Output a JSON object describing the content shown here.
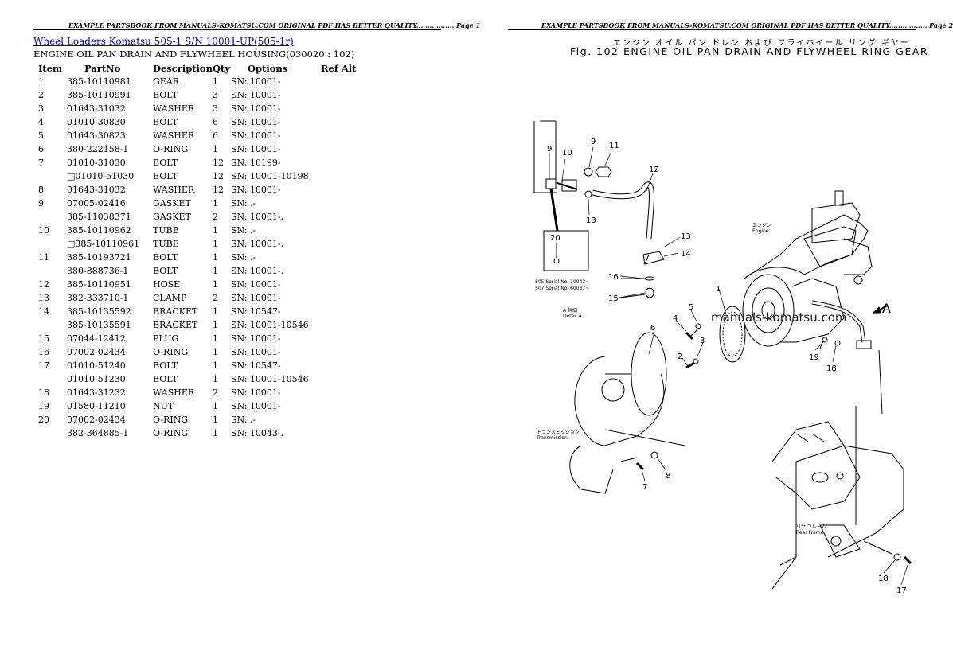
{
  "headers": {
    "left": "EXAMPLE PARTSBOOK FROM MANUALS-KOMATSU.COM ORIGINAL PDF HAS BETTER QUALITY..................Page 1",
    "right": "EXAMPLE PARTSBOOK FROM MANUALS-KOMATSU.COM ORIGINAL PDF HAS BETTER QUALITY..................Page 2"
  },
  "breadcrumb": "Wheel Loaders Komatsu  505-1 S/N 10001-UP(505-1r)",
  "subtitle": "ENGINE OIL PAN DRAIN AND FLYWHEEL HOUSING(030020 : 102)",
  "columns": [
    "Item",
    "PartNo",
    "Description",
    "Qty",
    "Options",
    "Ref Alt"
  ],
  "rows": [
    [
      "1",
      "385-10110981",
      "GEAR",
      "1",
      "SN: 10001-",
      ""
    ],
    [
      "2",
      "385-10110991",
      "BOLT",
      "3",
      "SN: 10001-",
      ""
    ],
    [
      "3",
      "01643-31032",
      "WASHER",
      "3",
      "SN: 10001-",
      ""
    ],
    [
      "4",
      "01010-30830",
      "BOLT",
      "6",
      "SN: 10001-",
      ""
    ],
    [
      "5",
      "01643-30823",
      "WASHER",
      "6",
      "SN: 10001-",
      ""
    ],
    [
      "6",
      "380-222158-1",
      "O-RING",
      "1",
      "SN: 10001-",
      ""
    ],
    [
      "7",
      "01010-31030",
      "BOLT",
      "12",
      "SN: 10199-",
      ""
    ],
    [
      "",
      "□01010-51030",
      "BOLT",
      "12",
      "SN: 10001-10198",
      ""
    ],
    [
      "8",
      "01643-31032",
      "WASHER",
      "12",
      "SN: 10001-",
      ""
    ],
    [
      "9",
      "07005-02416",
      "GASKET",
      "1",
      "SN: .-",
      ""
    ],
    [
      "",
      "385-11038371",
      "GASKET",
      "2",
      "SN: 10001-.",
      ""
    ],
    [
      "10",
      "385-10110962",
      "TUBE",
      "1",
      "SN: .-",
      ""
    ],
    [
      "",
      "□385-10110961",
      "TUBE",
      "1",
      "SN: 10001-.",
      ""
    ],
    [
      "11",
      "385-10193721",
      "BOLT",
      "1",
      "SN: .-",
      ""
    ],
    [
      "",
      "380-888736-1",
      "BOLT",
      "1",
      "SN: 10001-.",
      ""
    ],
    [
      "12",
      "385-10110951",
      "HOSE",
      "1",
      "SN: 10001-",
      ""
    ],
    [
      "13",
      "382-333710-1",
      "CLAMP",
      "2",
      "SN: 10001-",
      ""
    ],
    [
      "14",
      "385-10135592",
      "BRACKET",
      "1",
      "SN: 10547-",
      ""
    ],
    [
      "",
      "385-10135591",
      "BRACKET",
      "1",
      "SN: 10001-10546",
      ""
    ],
    [
      "15",
      "07044-12412",
      "PLUG",
      "1",
      "SN: 10001-",
      ""
    ],
    [
      "16",
      "07002-02434",
      "O-RING",
      "1",
      "SN: 10001-",
      ""
    ],
    [
      "17",
      "01010-51240",
      "BOLT",
      "1",
      "SN: 10547-",
      ""
    ],
    [
      "",
      "01010-51230",
      "BOLT",
      "1",
      "SN: 10001-10546",
      ""
    ],
    [
      "18",
      "01643-31232",
      "WASHER",
      "2",
      "SN: 10001-",
      ""
    ],
    [
      "19",
      "01580-11210",
      "NUT",
      "1",
      "SN: 10001-",
      ""
    ],
    [
      "20",
      "07002-02434",
      "O-RING",
      "1",
      "SN: .-",
      ""
    ],
    [
      "",
      "382-364885-1",
      "O-RING",
      "1",
      "SN: 10043-.",
      ""
    ]
  ],
  "figure": {
    "title_jp": "エンジン オイル パン ドレン  および  フライホイール リング ギヤー",
    "title": "Fig. 102 ENGINE OIL PAN DRAIN AND FLYWHEEL RING GEAR",
    "watermark": "manuals-komatsu.com",
    "callouts": [
      "1",
      "2",
      "3",
      "4",
      "5",
      "6",
      "7",
      "8",
      "9",
      "9",
      "10",
      "11",
      "12",
      "13",
      "13",
      "14",
      "15",
      "16",
      "17",
      "18",
      "18",
      "19",
      "20",
      "A"
    ],
    "notes": {
      "engine": "エンジン\nEngine",
      "serial1": "505 Serial No. 10043~",
      "serial2": "507 Serial No. 60037~",
      "detail": "A 詳細\nDetail A",
      "transmission": "トランスミッション\nTransmission",
      "rear_frame": "リヤ フレーム\nRear Frame"
    }
  }
}
